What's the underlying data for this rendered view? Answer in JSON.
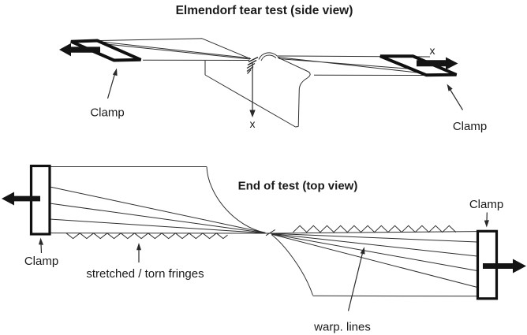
{
  "figure": {
    "background": "#ffffff",
    "line_color": "#2e2e2e",
    "ink_color": "#141414"
  },
  "side_view": {
    "title": "Elmendorf tear test (side view)",
    "left_clamp_label": "Clamp",
    "right_clamp_label": "Clamp",
    "right_axis_label": "x",
    "tear_axis_label": "x"
  },
  "top_view": {
    "title": "End of test (top view)",
    "left_clamp_label": "Clamp",
    "right_clamp_label": "Clamp",
    "fringes_label": "stretched / torn fringes",
    "warp_label": "warp. lines"
  }
}
